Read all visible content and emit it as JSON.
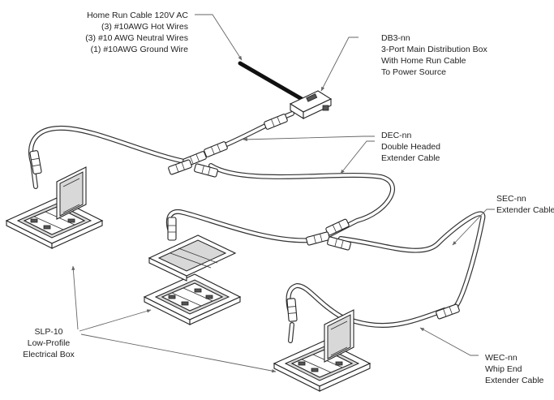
{
  "labels": {
    "home_run": {
      "title": "Home Run Cable 120V AC",
      "line1": "(3) #10AWG Hot Wires",
      "line2": "(3) #10 AWG Neutral Wires",
      "line3": "(1) #10AWG Ground Wire"
    },
    "db3": {
      "code": "DB3-nn",
      "line1": "3-Port Main Distribution Box",
      "line2": "With Home Run Cable",
      "line3": "To Power Source"
    },
    "dec": {
      "code": "DEC-nn",
      "line1": "Double Headed",
      "line2": "Extender Cable"
    },
    "sec": {
      "code": "SEC-nn",
      "line1": "Extender Cable"
    },
    "slp": {
      "code": "SLP-10",
      "line1": "Low-Profile",
      "line2": "Electrical Box"
    },
    "wec": {
      "code": "WEC-nn",
      "line1": "Whip End",
      "line2": "Extender Cable"
    }
  }
}
